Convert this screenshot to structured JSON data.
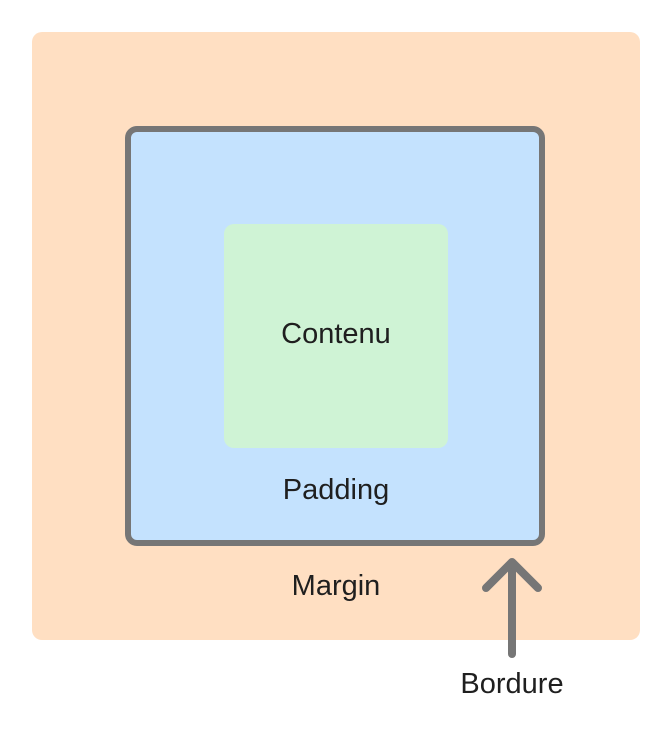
{
  "diagram": {
    "labels": {
      "content": "Contenu",
      "padding": "Padding",
      "margin": "Margin",
      "border": "Bordure"
    },
    "colors": {
      "margin": "#ffdfc2",
      "padding": "#c4e2fe",
      "border": "#767676",
      "content": "#cff3d5",
      "text": "#1f1f1f",
      "arrow": "#767676"
    },
    "icons": {
      "border_pointer": "arrow-up-icon"
    }
  }
}
